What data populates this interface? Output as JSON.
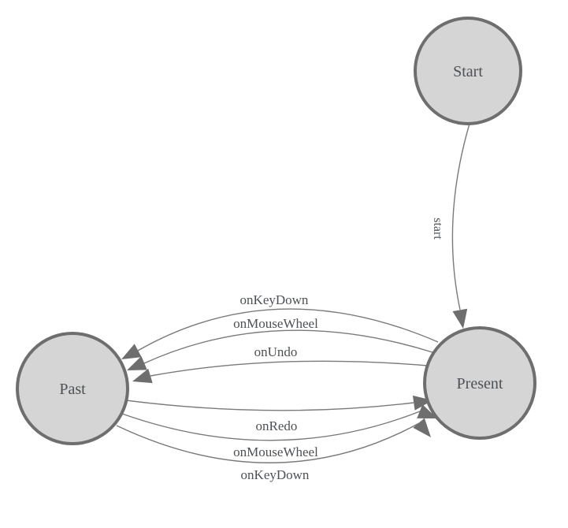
{
  "diagram": {
    "title": "undo-redo state machine diagram",
    "background_color": "#ffffff",
    "colors": {
      "node_fill": "#d5d5d5",
      "node_stroke": "#6e6e6e",
      "edge_stroke": "#7a7a7a",
      "arrow_fill": "#6e6e6e",
      "label_color": "#4e5154"
    },
    "nodes": [
      {
        "id": "start",
        "label": "Start"
      },
      {
        "id": "present",
        "label": "Present"
      },
      {
        "id": "past",
        "label": "Past"
      }
    ],
    "edges": [
      {
        "from": "start",
        "to": "present",
        "label": "start"
      },
      {
        "from": "present",
        "to": "past",
        "label": "onKeyDown"
      },
      {
        "from": "present",
        "to": "past",
        "label": "onMouseWheel"
      },
      {
        "from": "present",
        "to": "past",
        "label": "onUndo"
      },
      {
        "from": "past",
        "to": "present",
        "label": "onRedo"
      },
      {
        "from": "past",
        "to": "present",
        "label": "onMouseWheel"
      },
      {
        "from": "past",
        "to": "present",
        "label": "onKeyDown"
      }
    ]
  }
}
